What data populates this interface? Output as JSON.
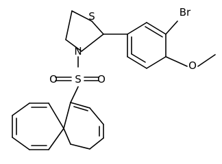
{
  "molecule": {
    "atoms": {
      "S": "S",
      "N": "N",
      "sulfonyl_S": "S",
      "O_left": "O",
      "O_right": "O",
      "Br": "Br",
      "O_methoxy": "O"
    },
    "colors": {
      "bond": "#000000",
      "label": "#000000",
      "background": "#ffffff"
    }
  }
}
